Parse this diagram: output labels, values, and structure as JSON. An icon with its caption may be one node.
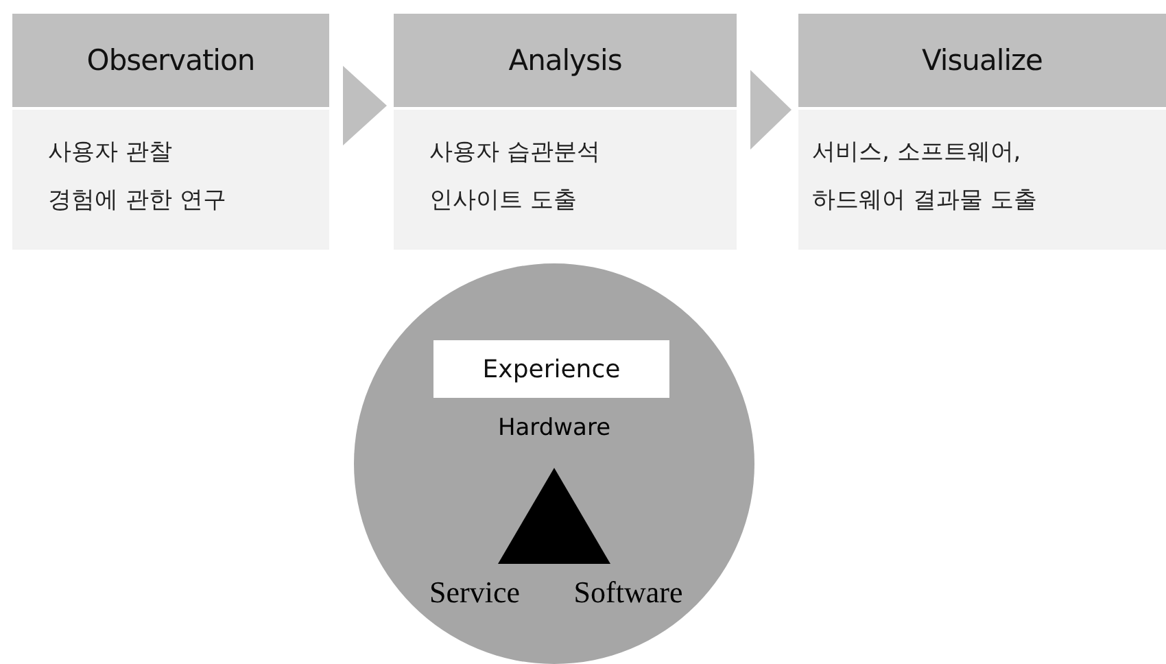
{
  "diagram": {
    "nodes": [
      {
        "text": [
          "Observation",
          "사용자 관찰 경험에 관한 연구"
        ]
      },
      {
        "text": [
          "Analysis",
          "사용자 습관분석 인사이트 도출"
        ]
      },
      {
        "text": [
          "Visualize",
          "서비스, 소프트웨어, 하드웨어 결과물 도출"
        ]
      },
      {
        "text": [
          "Hardware",
          "Service",
          "Software"
        ]
      },
      {
        "text": [
          "Experience"
        ],
        "in": 3
      },
      {
        "text": [],
        "shape": "triangle",
        "in": 3
      }
    ],
    "edges": [
      {
        "from": 0,
        "to": 1,
        "arrow": "to"
      },
      {
        "from": 1,
        "to": 2,
        "arrow": "to"
      }
    ]
  }
}
